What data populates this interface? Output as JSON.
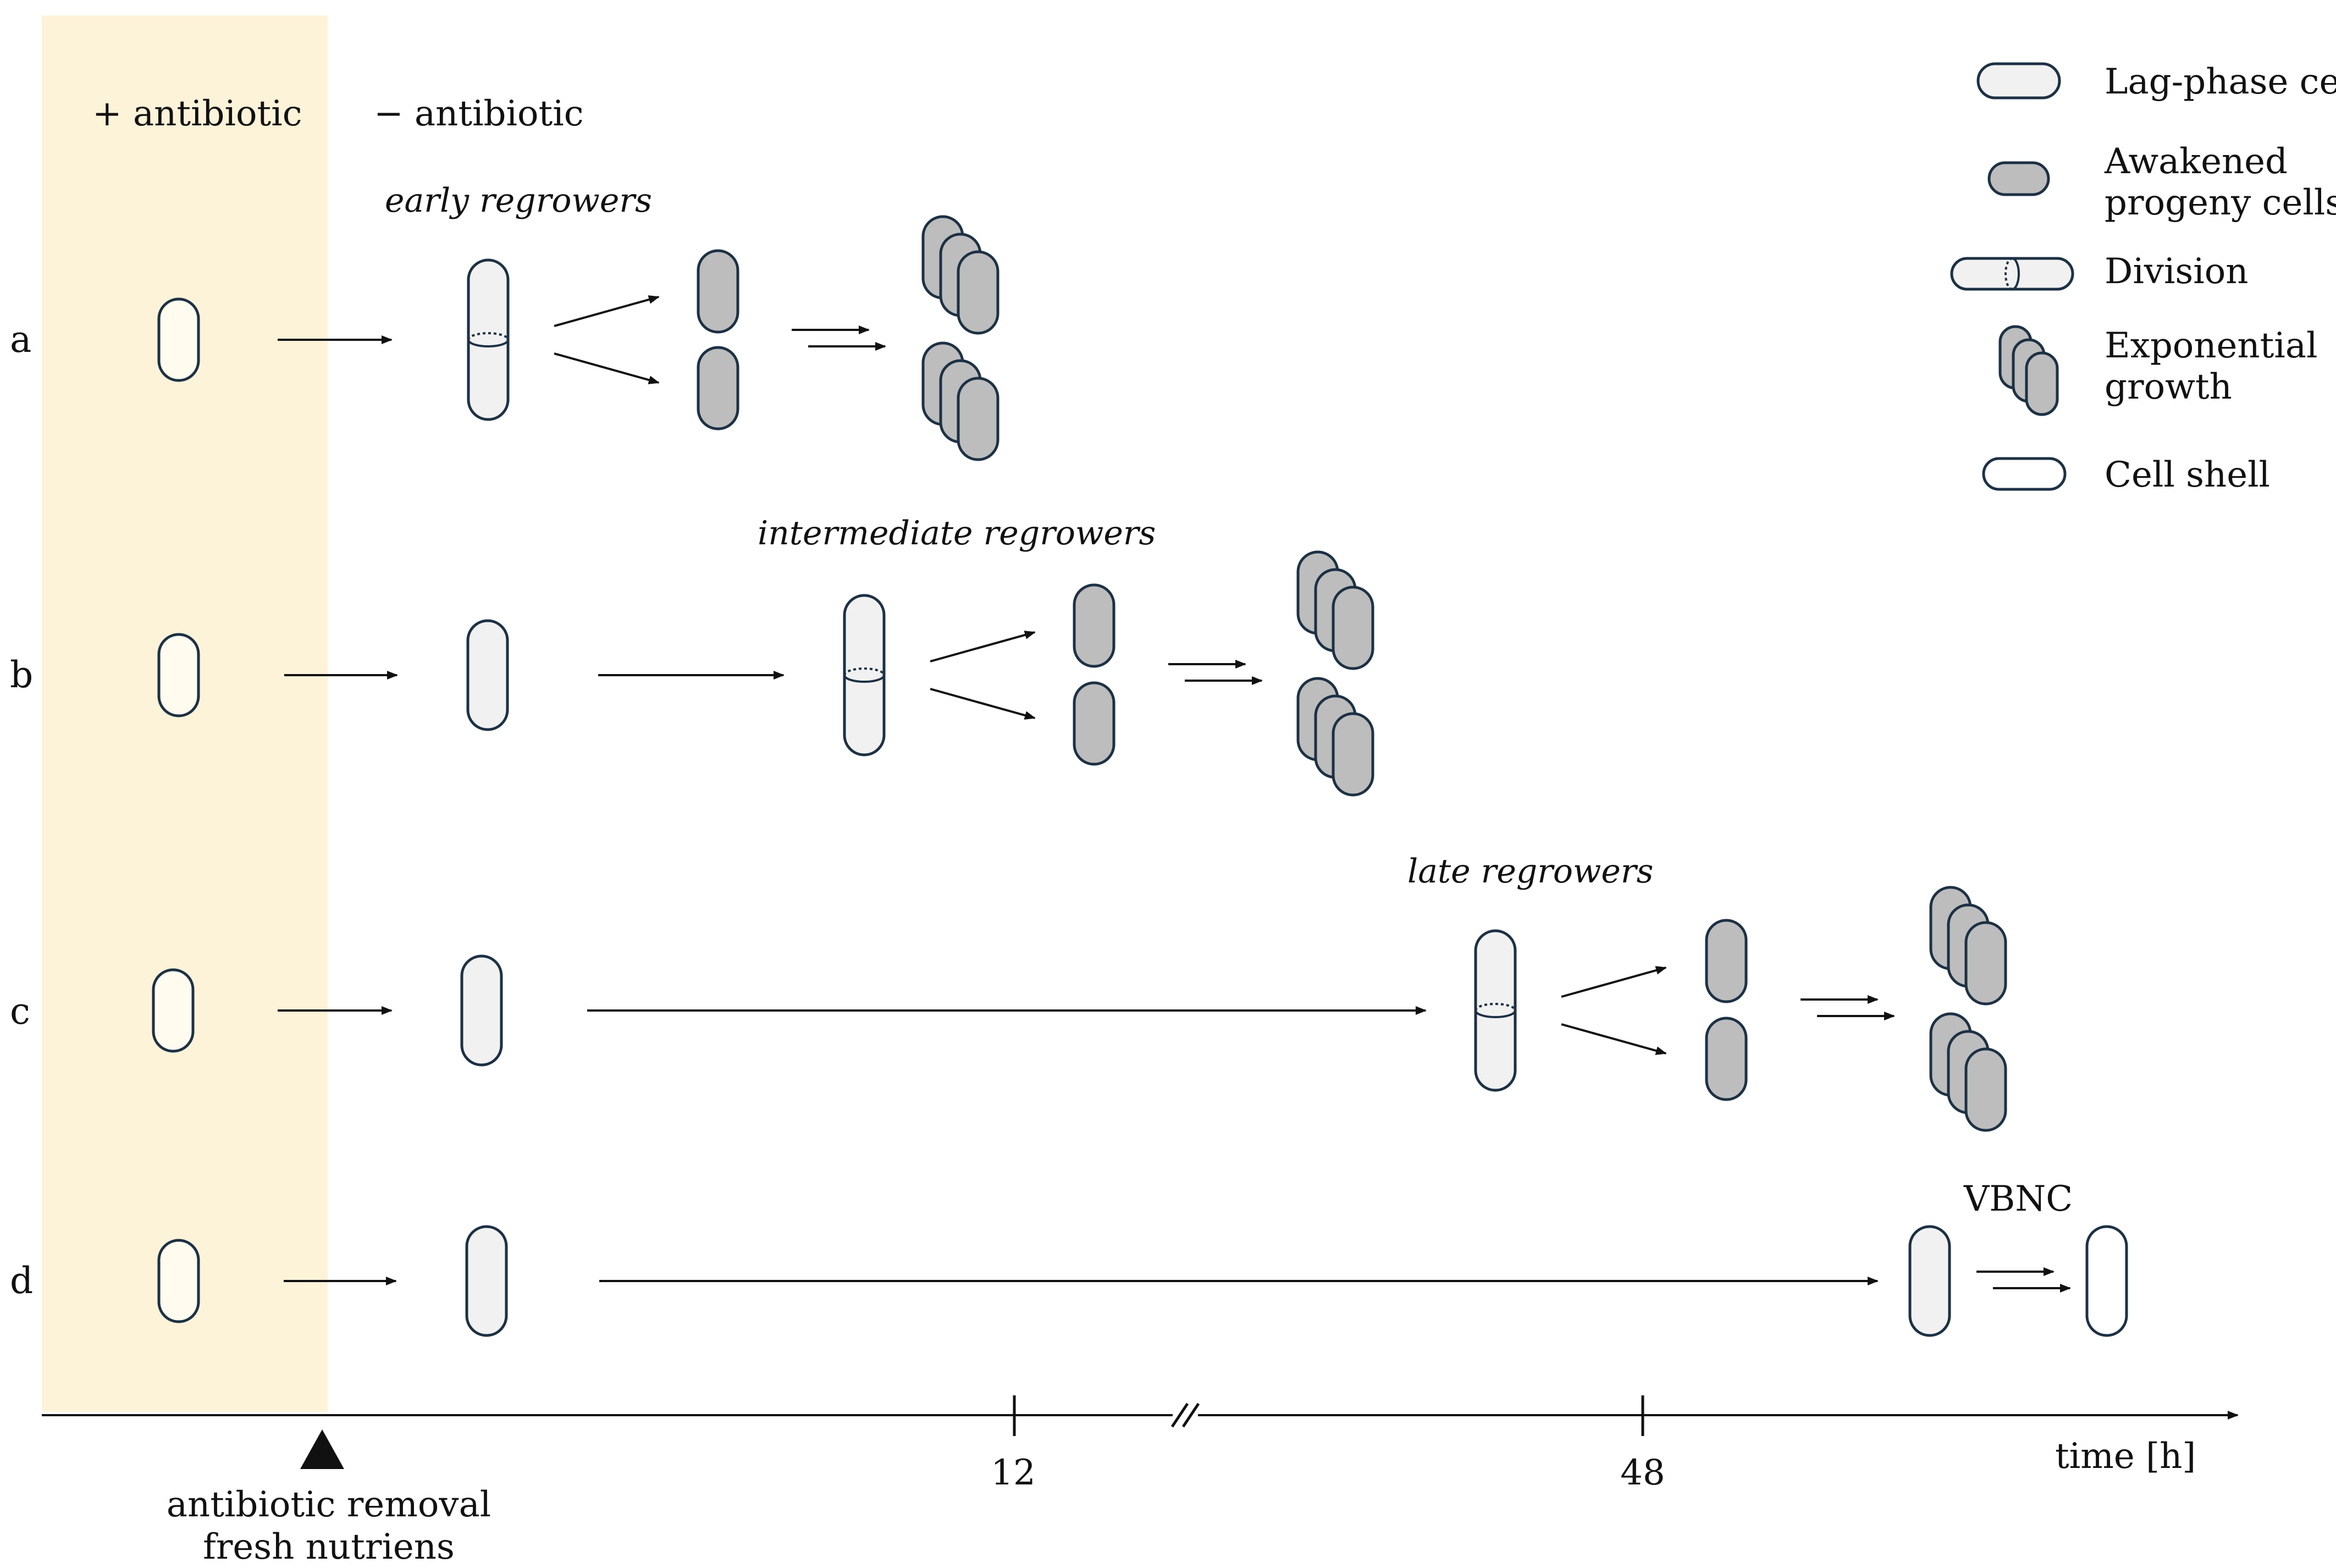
{
  "colors": {
    "band": "#fdf3d9",
    "stroke": "#1d3144",
    "lag_fill": "#f1f1f1",
    "awake_fill": "#bdbdbd",
    "shell_fill": "#ffffff",
    "band_cell_fill": "#fffbee"
  },
  "header": {
    "plus": "+ antibiotic",
    "minus": "− antibiotic"
  },
  "rows": [
    {
      "letter": "a",
      "label": "early  regrowers"
    },
    {
      "letter": "b",
      "label": "intermediate  regrowers"
    },
    {
      "letter": "c",
      "label": "late regrowers"
    },
    {
      "letter": "d",
      "label": "VBNC"
    }
  ],
  "legend": {
    "lag": "Lag-phase cells",
    "awakened_1": "Awakened",
    "awakened_2": "progeny cells",
    "division": "Division",
    "exp_1": "Exponential",
    "exp_2": "growth",
    "shell": "Cell shell"
  },
  "axis": {
    "tick_12": "12",
    "tick_48": "48",
    "xlabel": "time [h]",
    "removal_1": "antibiotic removal",
    "removal_2": "fresh nutriens"
  }
}
